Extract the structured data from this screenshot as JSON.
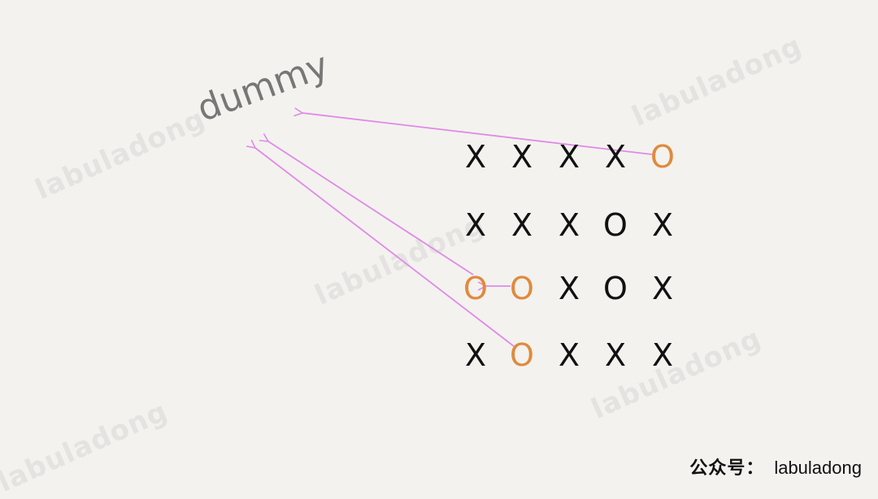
{
  "colors": {
    "background": "#f3f2ef",
    "grid_text": "#111111",
    "highlight": "#e08a3c",
    "arrow": "#e08ae6",
    "dummy_text": "#777777"
  },
  "watermark": {
    "text": "labuladong"
  },
  "dummy": {
    "label": "dummy"
  },
  "grid": {
    "rows": [
      {
        "cells": [
          {
            "v": "X",
            "hl": false
          },
          {
            "v": "X",
            "hl": false
          },
          {
            "v": "X",
            "hl": false
          },
          {
            "v": "X",
            "hl": false
          },
          {
            "v": "O",
            "hl": true
          }
        ]
      },
      {
        "cells": [
          {
            "v": "X",
            "hl": false
          },
          {
            "v": "X",
            "hl": false
          },
          {
            "v": "X",
            "hl": false
          },
          {
            "v": "O",
            "hl": false
          },
          {
            "v": "X",
            "hl": false
          }
        ]
      },
      {
        "cells": [
          {
            "v": "O",
            "hl": true
          },
          {
            "v": "O",
            "hl": true
          },
          {
            "v": "X",
            "hl": false
          },
          {
            "v": "O",
            "hl": false
          },
          {
            "v": "X",
            "hl": false
          }
        ]
      },
      {
        "cells": [
          {
            "v": "X",
            "hl": false
          },
          {
            "v": "O",
            "hl": true
          },
          {
            "v": "X",
            "hl": false
          },
          {
            "v": "X",
            "hl": false
          },
          {
            "v": "X",
            "hl": false
          }
        ]
      }
    ]
  },
  "footer": {
    "seal_text": "公众号：",
    "account": "labuladong"
  }
}
